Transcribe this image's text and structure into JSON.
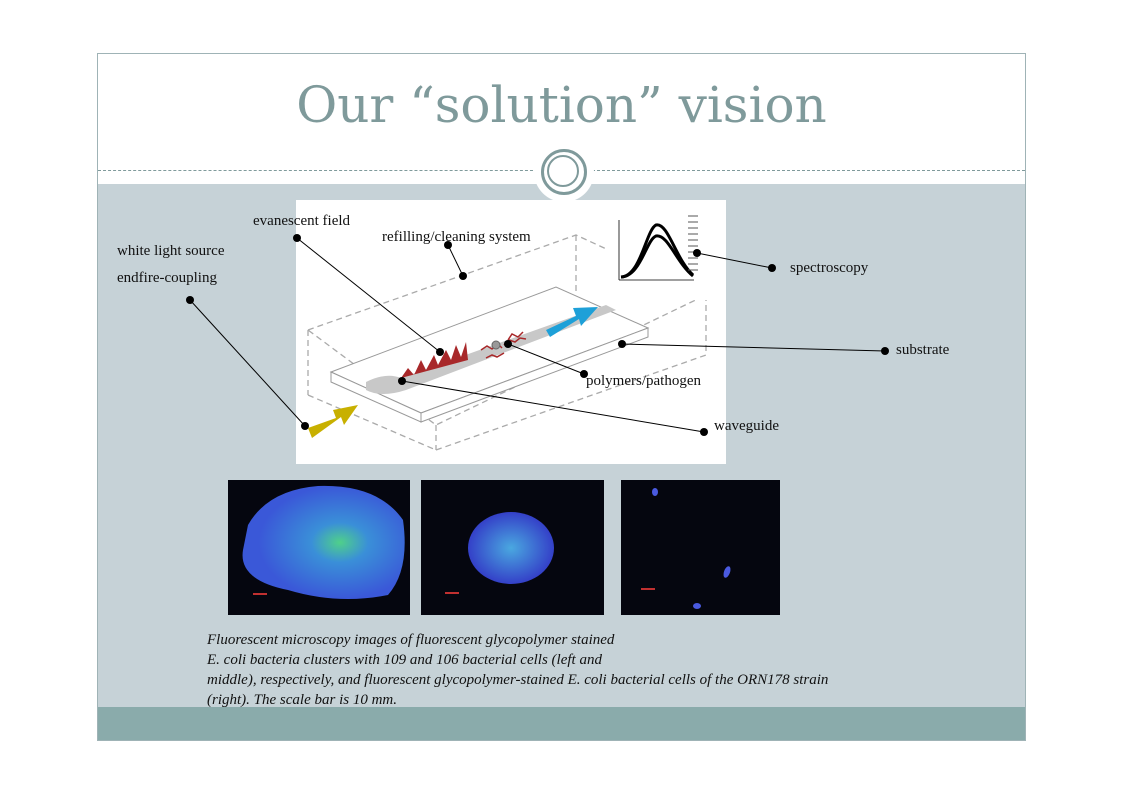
{
  "slide": {
    "title": "Our “solution” vision"
  },
  "diagram": {
    "labels": {
      "evanescent_field": "evanescent field",
      "refilling": "refilling/cleaning system",
      "white_light": "white light source",
      "endfire": "endfire-coupling",
      "spectroscopy": "spectroscopy",
      "substrate": "substrate",
      "polymers": "polymers/pathogen",
      "waveguide": "waveguide"
    },
    "colors": {
      "input_arrow": "#c8b000",
      "output_arrow": "#1ea0d8",
      "field": "#a8282a"
    }
  },
  "caption": {
    "line1": "Fluorescent microscopy images of fluorescent glycopolymer stained",
    "line2": "E. coli bacteria clusters with 109 and 106 bacterial cells (left and",
    "line3": "middle), respectively, and fluorescent glycopolymer-stained E. coli bacterial cells of the ORN178 strain",
    "line4": "(right). The scale bar is 10 mm."
  }
}
